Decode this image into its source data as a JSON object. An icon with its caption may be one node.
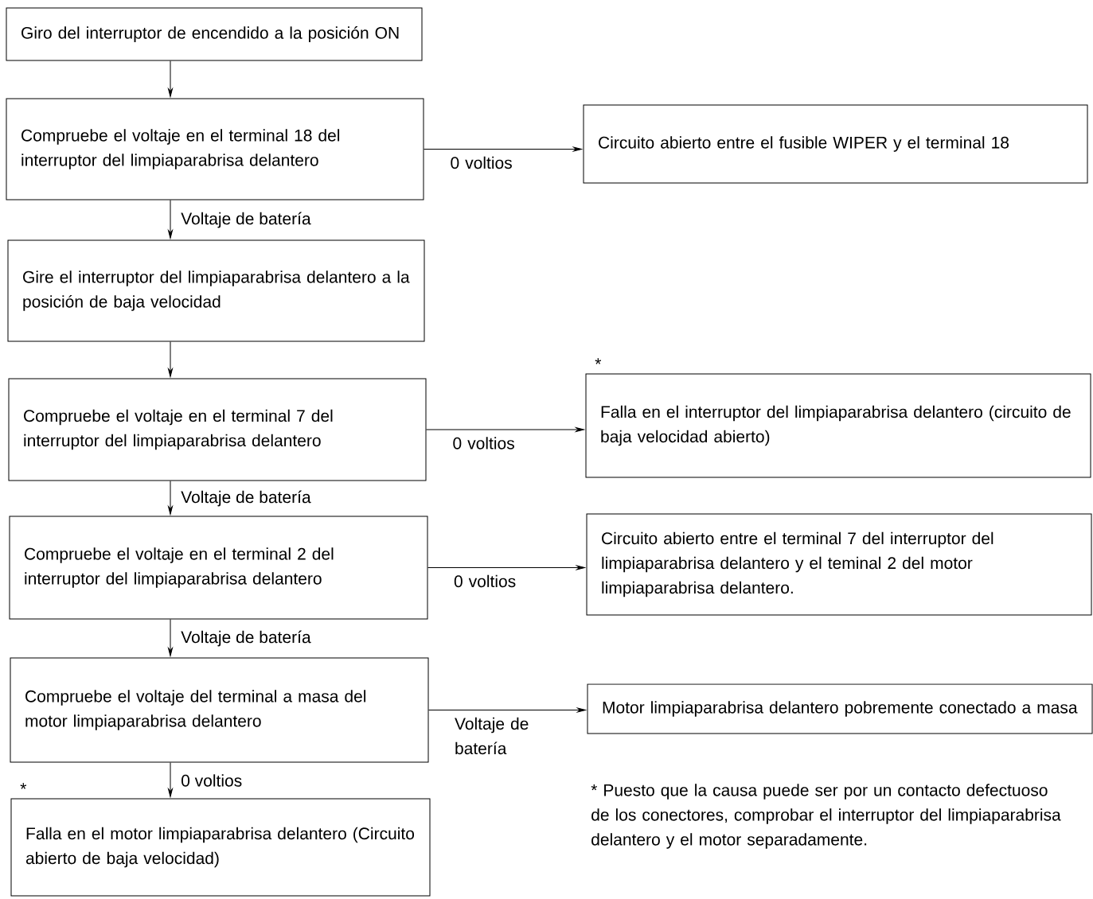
{
  "diagram": {
    "nodes": [
      {
        "text": [
          "Giro del interruptor de encendido a la posición ON"
        ]
      },
      {
        "text": [
          "Compruebe el voltaje en el terminal 18 del interruptor del limpiaparabrisa delantero"
        ]
      },
      {
        "text": [
          "Circuito abierto entre el fusible WIPER y el terminal 18"
        ]
      },
      {
        "text": [
          "Gire el interruptor del limpiaparabrisa delantero a la posición de baja velocidad"
        ]
      },
      {
        "text": [
          "Compruebe el voltaje en el terminal 7 del interruptor del limpiaparabrisa delantero"
        ]
      },
      {
        "text": [
          "Falla en el interruptor del limpiaparabrisa delantero (circuito de baja velocidad abierto)"
        ],
        "beside": [
          "*"
        ]
      },
      {
        "text": [
          "Compruebe el voltaje en el terminal 2 del interruptor del limpiaparabrisa delantero"
        ]
      },
      {
        "text": [
          "Circuito abierto entre el terminal 7 del interruptor del limpiaparabrisa delantero y el teminal 2 del motor limpiaparabrisa delantero."
        ]
      },
      {
        "text": [
          "Compruebe el voltaje del terminal a masa del motor limpiaparabrisa delantero"
        ]
      },
      {
        "text": [
          "Motor limpiaparabrisa delantero pobremente conectado a masa"
        ]
      },
      {
        "text": [
          "Falla en el motor limpiaparabrisa delantero (Circuito abierto de baja velocidad)"
        ],
        "beside": [
          "*"
        ]
      }
    ],
    "edges": [
      {
        "from": 0,
        "to": 1,
        "arrow": "to"
      },
      {
        "from": 1,
        "to": 2,
        "arrow": "to",
        "label": "0 voltios"
      },
      {
        "from": 1,
        "to": 3,
        "arrow": "to",
        "label": "Voltaje de batería"
      },
      {
        "from": 3,
        "to": 4,
        "arrow": "to"
      },
      {
        "from": 4,
        "to": 5,
        "arrow": "to",
        "label": "0 voltios"
      },
      {
        "from": 4,
        "to": 6,
        "arrow": "to",
        "label": "Voltaje de batería"
      },
      {
        "from": 6,
        "to": 7,
        "arrow": "to",
        "label": "0 voltios"
      },
      {
        "from": 6,
        "to": 8,
        "arrow": "to",
        "label": "Voltaje de batería"
      },
      {
        "from": 8,
        "to": 9,
        "arrow": "to",
        "label": "Voltaje de batería"
      },
      {
        "from": 8,
        "to": 10,
        "arrow": "to",
        "label": "0 voltios"
      }
    ],
    "labels": [
      "* Puesto que la causa puede ser por un contacto defectuoso de los conectores, comprobar el interruptor del limpiaparabrisa delantero y el motor separadamente."
    ]
  }
}
